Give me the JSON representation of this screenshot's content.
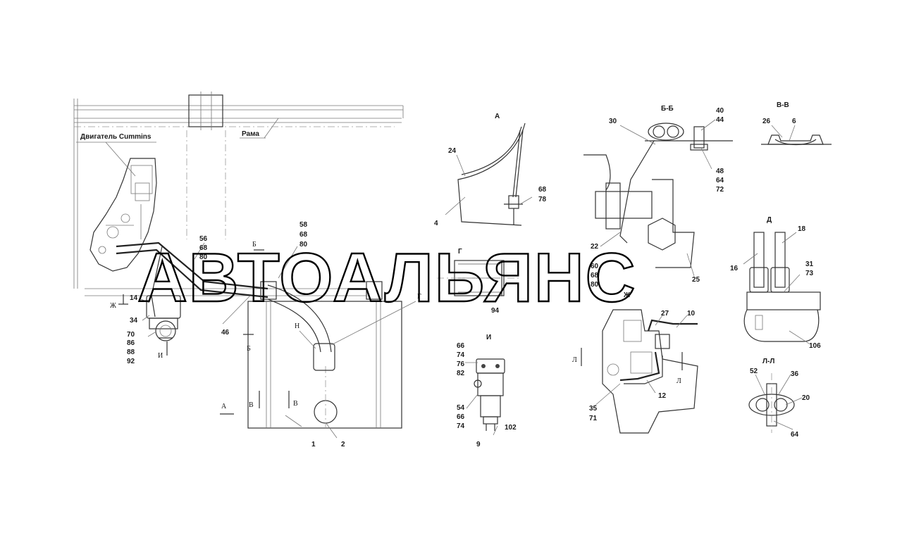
{
  "labels": {
    "engine": "Двигатель Cummins",
    "frame": "Рама",
    "view_a": "А",
    "section_bb": "Б-Б",
    "section_vv": "В-В",
    "view_g": "Г",
    "view_i": "И",
    "view_zh": "Ж",
    "section_ll": "Л-Л",
    "view_n": "Н",
    "view_d": "Д"
  },
  "markers": {
    "a": "А",
    "b": "Б",
    "v": "В",
    "g": "Г",
    "zh": "Ж",
    "i": "И",
    "n": "Н",
    "l": "Л"
  },
  "numbers": {
    "n1": "1",
    "n2": "2",
    "n4": "4",
    "n6": "6",
    "n9": "9",
    "n10": "10",
    "n12": "12",
    "n14": "14",
    "n16": "16",
    "n18": "18",
    "n20": "20",
    "n22": "22",
    "n24": "24",
    "n25": "25",
    "n26": "26",
    "n27": "27",
    "n30": "30",
    "n31": "31",
    "n34": "34",
    "n35": "35",
    "n36": "36",
    "n40": "40",
    "n44": "44",
    "n46": "46",
    "n48": "48",
    "n52": "52",
    "n54": "54",
    "n56": "56",
    "n58": "58",
    "n60": "60",
    "n64": "64",
    "n66": "66",
    "n68": "68",
    "n70": "70",
    "n71": "71",
    "n72": "72",
    "n73": "73",
    "n74": "74",
    "n76": "76",
    "n78": "78",
    "n80": "80",
    "n82": "82",
    "n86": "86",
    "n88": "88",
    "n92": "92",
    "n94": "94",
    "n102": "102",
    "n106": "106"
  },
  "watermark": "АВТОАЛЬЯНС"
}
